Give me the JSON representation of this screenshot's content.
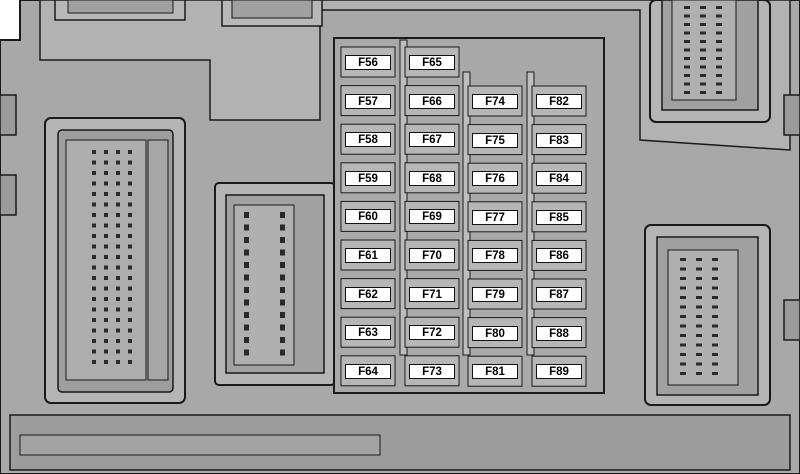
{
  "colors": {
    "housing": "#a6a6a6",
    "housing_dark": "#8f8f8f",
    "housing_light": "#bdbdbd",
    "outline": "#1a1a1a",
    "label_bg": "#ffffff",
    "label_text": "#000000"
  },
  "fuse_columns": [
    [
      "F56",
      "F57",
      "F58",
      "F59",
      "F60",
      "F61",
      "F62",
      "F63",
      "F64"
    ],
    [
      "F65",
      "F66",
      "F67",
      "F68",
      "F69",
      "F70",
      "F71",
      "F72",
      "F73"
    ],
    [
      "F74",
      "F75",
      "F76",
      "F77",
      "F78",
      "F79",
      "F80",
      "F81"
    ],
    [
      "F82",
      "F83",
      "F84",
      "F85",
      "F86",
      "F87",
      "F88",
      "F89"
    ]
  ]
}
